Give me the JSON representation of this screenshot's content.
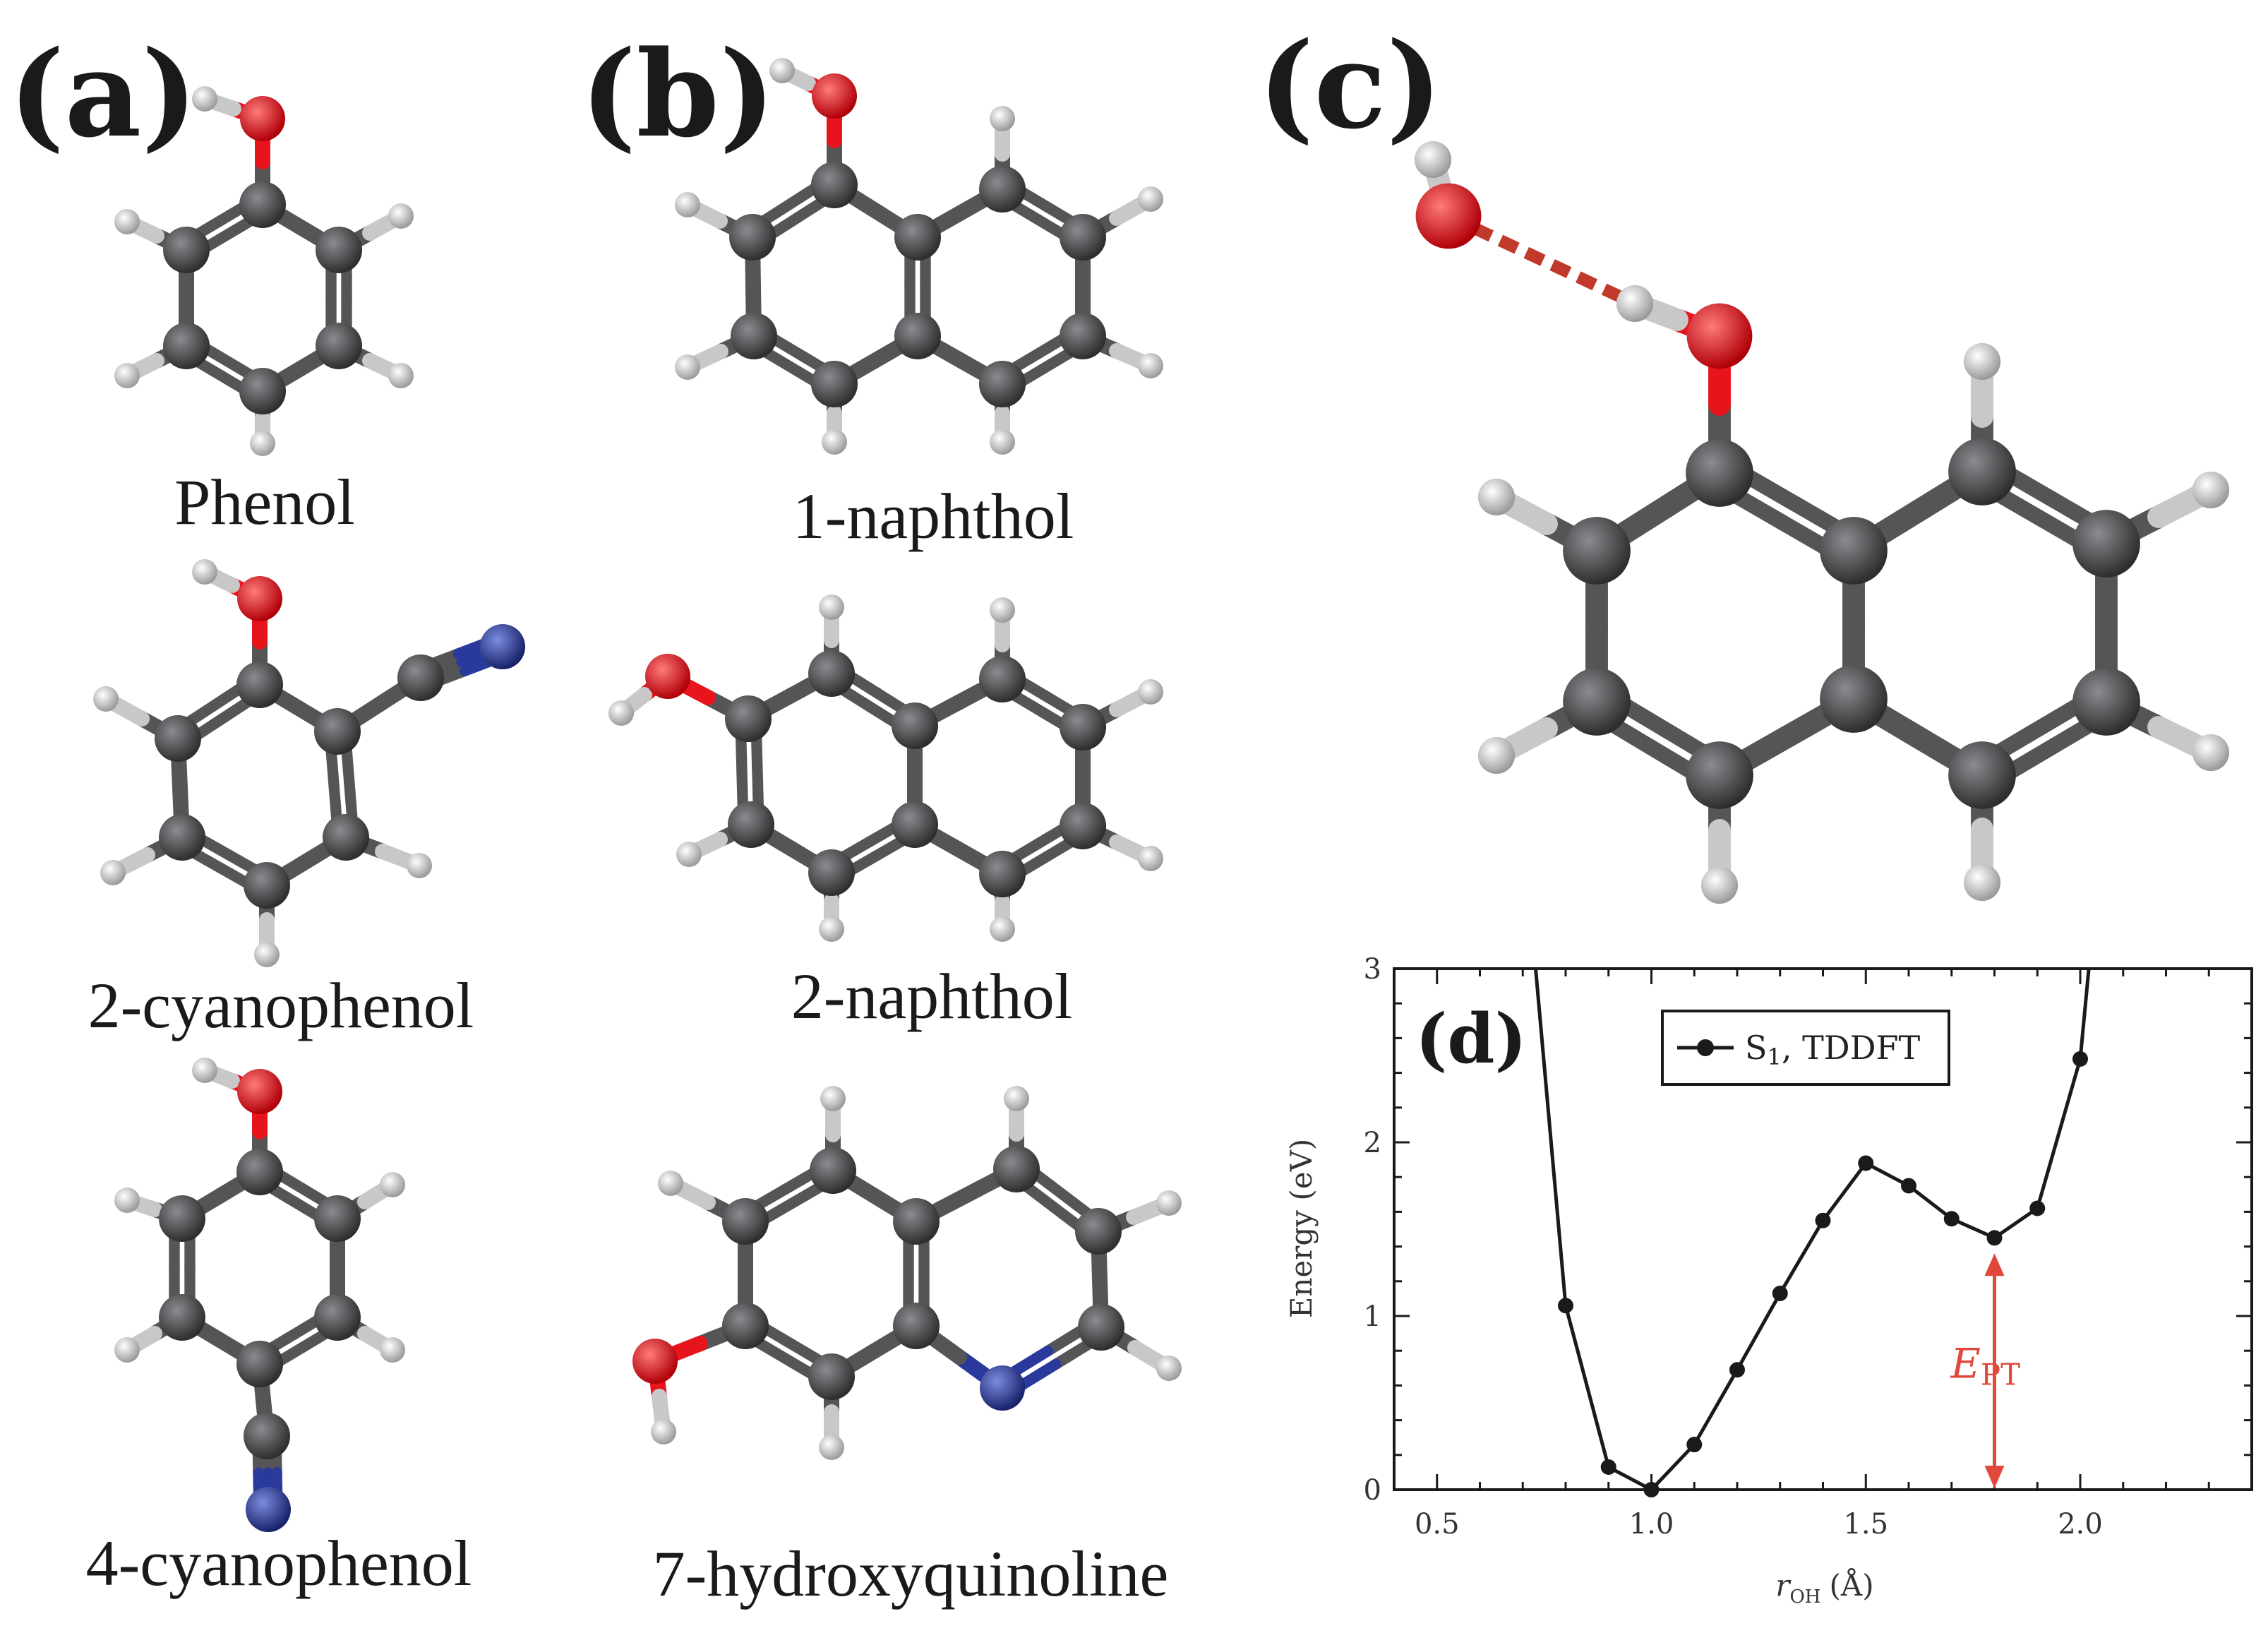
{
  "panels": {
    "a": "(a)",
    "b": "(b)",
    "c": "(c)",
    "d": "(d)"
  },
  "molecules": [
    {
      "id": "phenol",
      "label": "Phenol"
    },
    {
      "id": "2-cyanophenol",
      "label": "2-cyanophenol"
    },
    {
      "id": "4-cyanophenol",
      "label": "4-cyanophenol"
    },
    {
      "id": "1-naphthol",
      "label": "1-naphthol"
    },
    {
      "id": "2-naphthol",
      "label": "2-naphthol"
    },
    {
      "id": "7-hydroxyquinoline",
      "label": "7-hydroxyquinoline"
    }
  ],
  "colors": {
    "carbon": "#555558",
    "hydrogen": "#e2e2e2",
    "oxygen": "#e8141c",
    "nitrogen": "#2a3a9c",
    "annotation": "#e0483b",
    "line": "#1a1a1a"
  },
  "chart_data": {
    "type": "line",
    "panel": "(d)",
    "xlabel": "r",
    "xlabel_sub": "OH",
    "xlabel_unit": "(Å)",
    "ylabel": "Energy (eV)",
    "xlim": [
      0.4,
      2.4
    ],
    "ylim": [
      0,
      3
    ],
    "xticks": [
      0.5,
      1.0,
      1.5,
      2.0
    ],
    "xtick_labels": [
      "0.5",
      "1.0",
      "1.5",
      "2.0"
    ],
    "yticks": [
      0,
      1,
      2,
      3
    ],
    "ytick_labels": [
      "0",
      "1",
      "2",
      "3"
    ],
    "legend": {
      "placement": "top-center",
      "label": "S",
      "label_sub": "1",
      "label_rest": ", TDDFT"
    },
    "series": [
      {
        "name": "S1, TDDFT",
        "x": [
          0.8,
          0.9,
          1.0,
          1.1,
          1.2,
          1.3,
          1.4,
          1.5,
          1.6,
          1.7,
          1.8,
          1.9,
          2.0
        ],
        "y": [
          1.06,
          0.13,
          0.0,
          0.26,
          0.69,
          1.13,
          1.55,
          1.88,
          1.75,
          1.56,
          1.45,
          1.62,
          2.48
        ],
        "curve_x": [
          0.73,
          2.02
        ],
        "curve_y": [
          3.0,
          3.0
        ]
      }
    ],
    "annotation": {
      "label": "E",
      "label_sub": "PT",
      "x": 1.8,
      "y_from": 0.0,
      "y_to": 1.45
    }
  }
}
